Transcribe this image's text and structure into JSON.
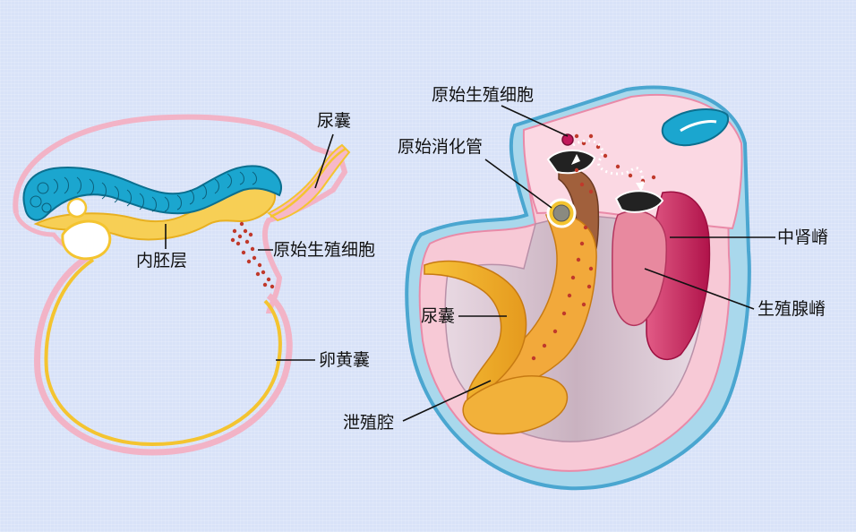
{
  "labels": {
    "allantois_left": "尿囊",
    "endoderm": "内胚层",
    "pgc_left": "原始生殖细胞",
    "yolk_sac": "卵黄囊",
    "pgc_right": "原始生殖细胞",
    "primitive_gut": "原始消化管",
    "mesonephric_ridge": "中肾嵴",
    "genital_ridge": "生殖腺嵴",
    "allantois_right": "尿囊",
    "cloaca": "泄殖腔"
  },
  "colors": {
    "background": "#d8e2f8",
    "amnion_pink": "#f2b3c6",
    "endoderm_yellow": "#f4c430",
    "neural_tube_blue": "#1ba6cf",
    "pgc_dots": "#c0392b",
    "ectoderm_blue": "#7ec8e6",
    "ridge_red": "#c2185b"
  }
}
